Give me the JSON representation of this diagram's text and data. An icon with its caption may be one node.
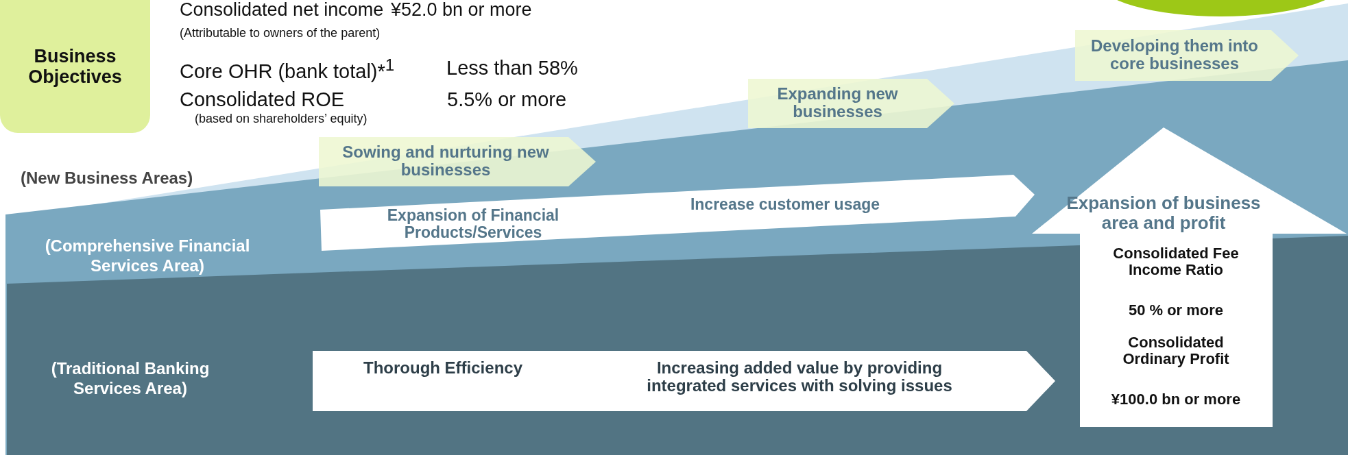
{
  "diagram": {
    "nodes": [
      {
        "text": [
          "Business Objectives"
        ]
      },
      {
        "text": [
          "Sowing and nurturing new businesses"
        ]
      },
      {
        "text": [
          "Expanding new businesses"
        ]
      },
      {
        "text": [
          "Developing them into core businesses"
        ]
      },
      {
        "text": [
          "Expansion of Financial Products/Services",
          "Increase customer usage"
        ]
      },
      {
        "text": [
          "Thorough Efficiency",
          "Increasing added value by providing integrated services with solving issues"
        ]
      },
      {
        "text": [
          "Expansion of business area and profit",
          "Consolidated Fee Income Ratio",
          "50 % or more",
          "Consolidated Ordinary Profit",
          "¥100.0 bn or more"
        ]
      },
      {
        "text": [],
        "shape": "ellipse"
      }
    ],
    "labels": [
      "Consolidated net income",
      "¥52.0 bn or more",
      "(Attributable to owners of the parent)",
      "Core OHR (bank total)*$^{1}$",
      "Less than 58%",
      "Consolidated ROE",
      "5.5% or more",
      "(based on shareholders’ equity)",
      "(New Business Areas)",
      "(Comprehensive Financial Services Area)",
      "(Traditional Banking Services Area)"
    ]
  }
}
